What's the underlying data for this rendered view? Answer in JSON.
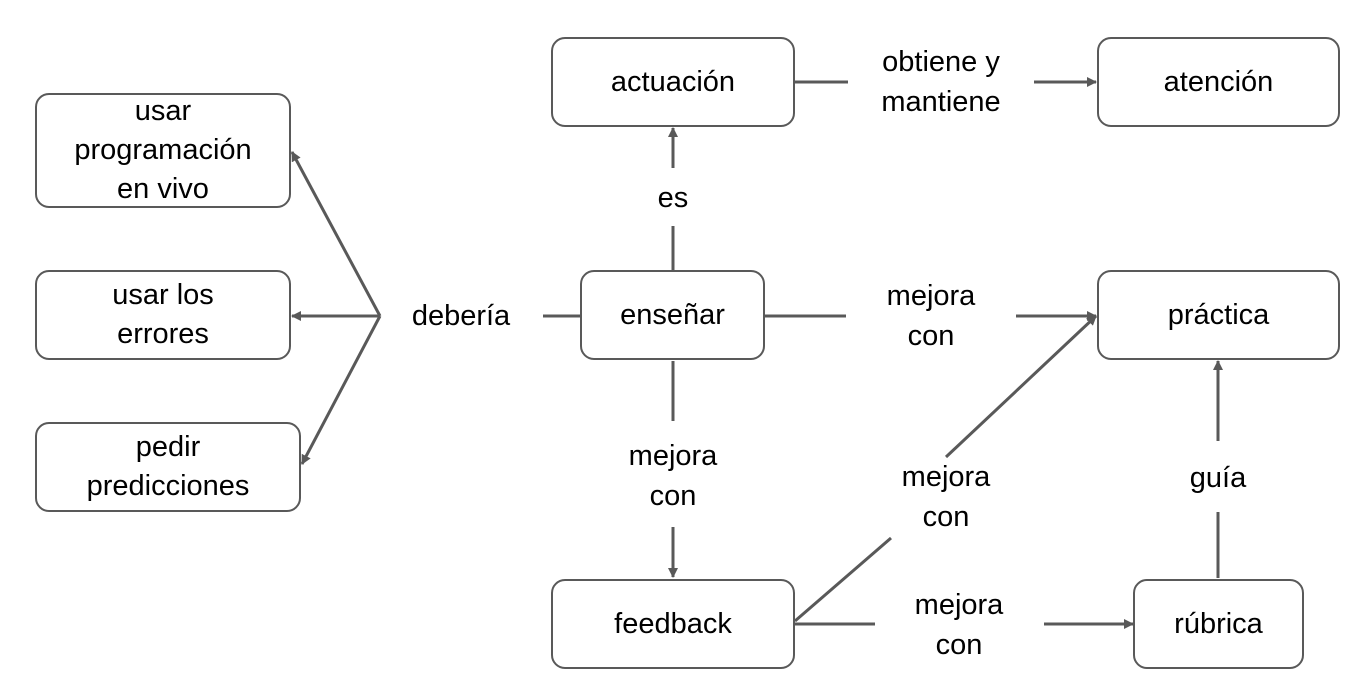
{
  "colors": {
    "stroke": "#595959",
    "text": "#000000",
    "background": "#ffffff"
  },
  "nodes": {
    "actuacion": "actuación",
    "atencion": "atención",
    "usar_programacion": "usar\nprogramación\nen vivo",
    "usar_errores": "usar los\nerrores",
    "pedir_predicciones": "pedir\npredicciones",
    "ensenar": "enseñar",
    "practica": "práctica",
    "feedback": "feedback",
    "rubrica": "rúbrica"
  },
  "edge_labels": {
    "obtiene_mantiene": "obtiene y\nmantiene",
    "es": "es",
    "deberia": "debería",
    "mejora_con_practica": "mejora\ncon",
    "mejora_con_feedback": "mejora\ncon",
    "mejora_con_feedback_practica": "mejora\ncon",
    "mejora_con_rubrica": "mejora\ncon",
    "guia": "guía"
  }
}
